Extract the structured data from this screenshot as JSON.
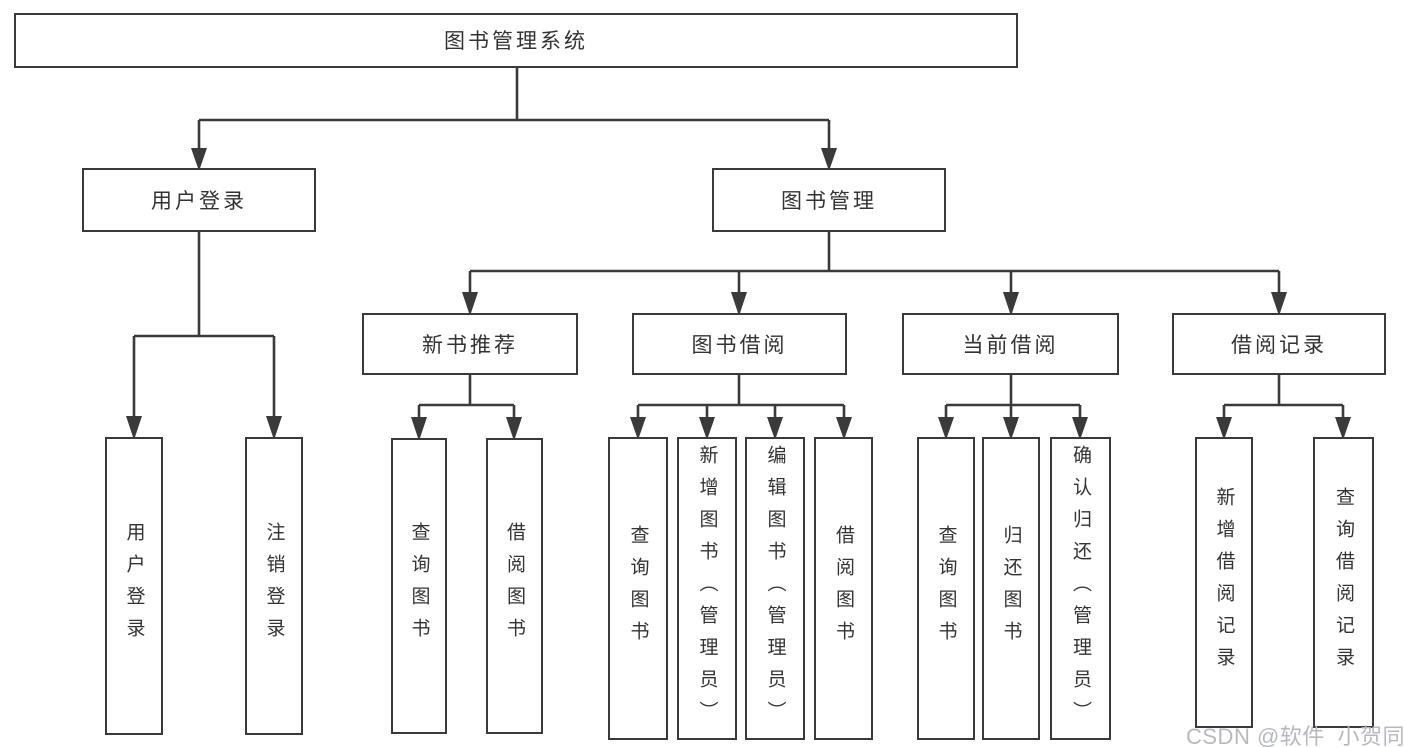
{
  "diagram": {
    "title": "图书管理系统",
    "level2": {
      "user_login": "用户登录",
      "book_mgmt": "图书管理"
    },
    "level3": {
      "new_book_rec": "新书推荐",
      "book_borrow": "图书借阅",
      "current_borrow": "当前借阅",
      "borrow_record": "借阅记录"
    },
    "leaves": {
      "ul_login": "用户登录",
      "ul_logout": "注销登录",
      "nb_query": "查询图书",
      "nb_borrow": "借阅图书",
      "bb_query": "查询图书",
      "bb_add": "新增图书（管理员）",
      "bb_edit": "编辑图书（管理员）",
      "bb_borrow": "借阅图书",
      "cb_query": "查询图书",
      "cb_return": "归还图书",
      "cb_confirm": "确认归还（管理员）",
      "br_add": "新增借阅记录",
      "br_query": "查询借阅记录"
    }
  },
  "watermark": "CSDN @软件_小贺同学",
  "colors": {
    "line": "#3a3a3a",
    "text": "#333333",
    "background": "#ffffff",
    "watermark": "#b2b5bc"
  }
}
